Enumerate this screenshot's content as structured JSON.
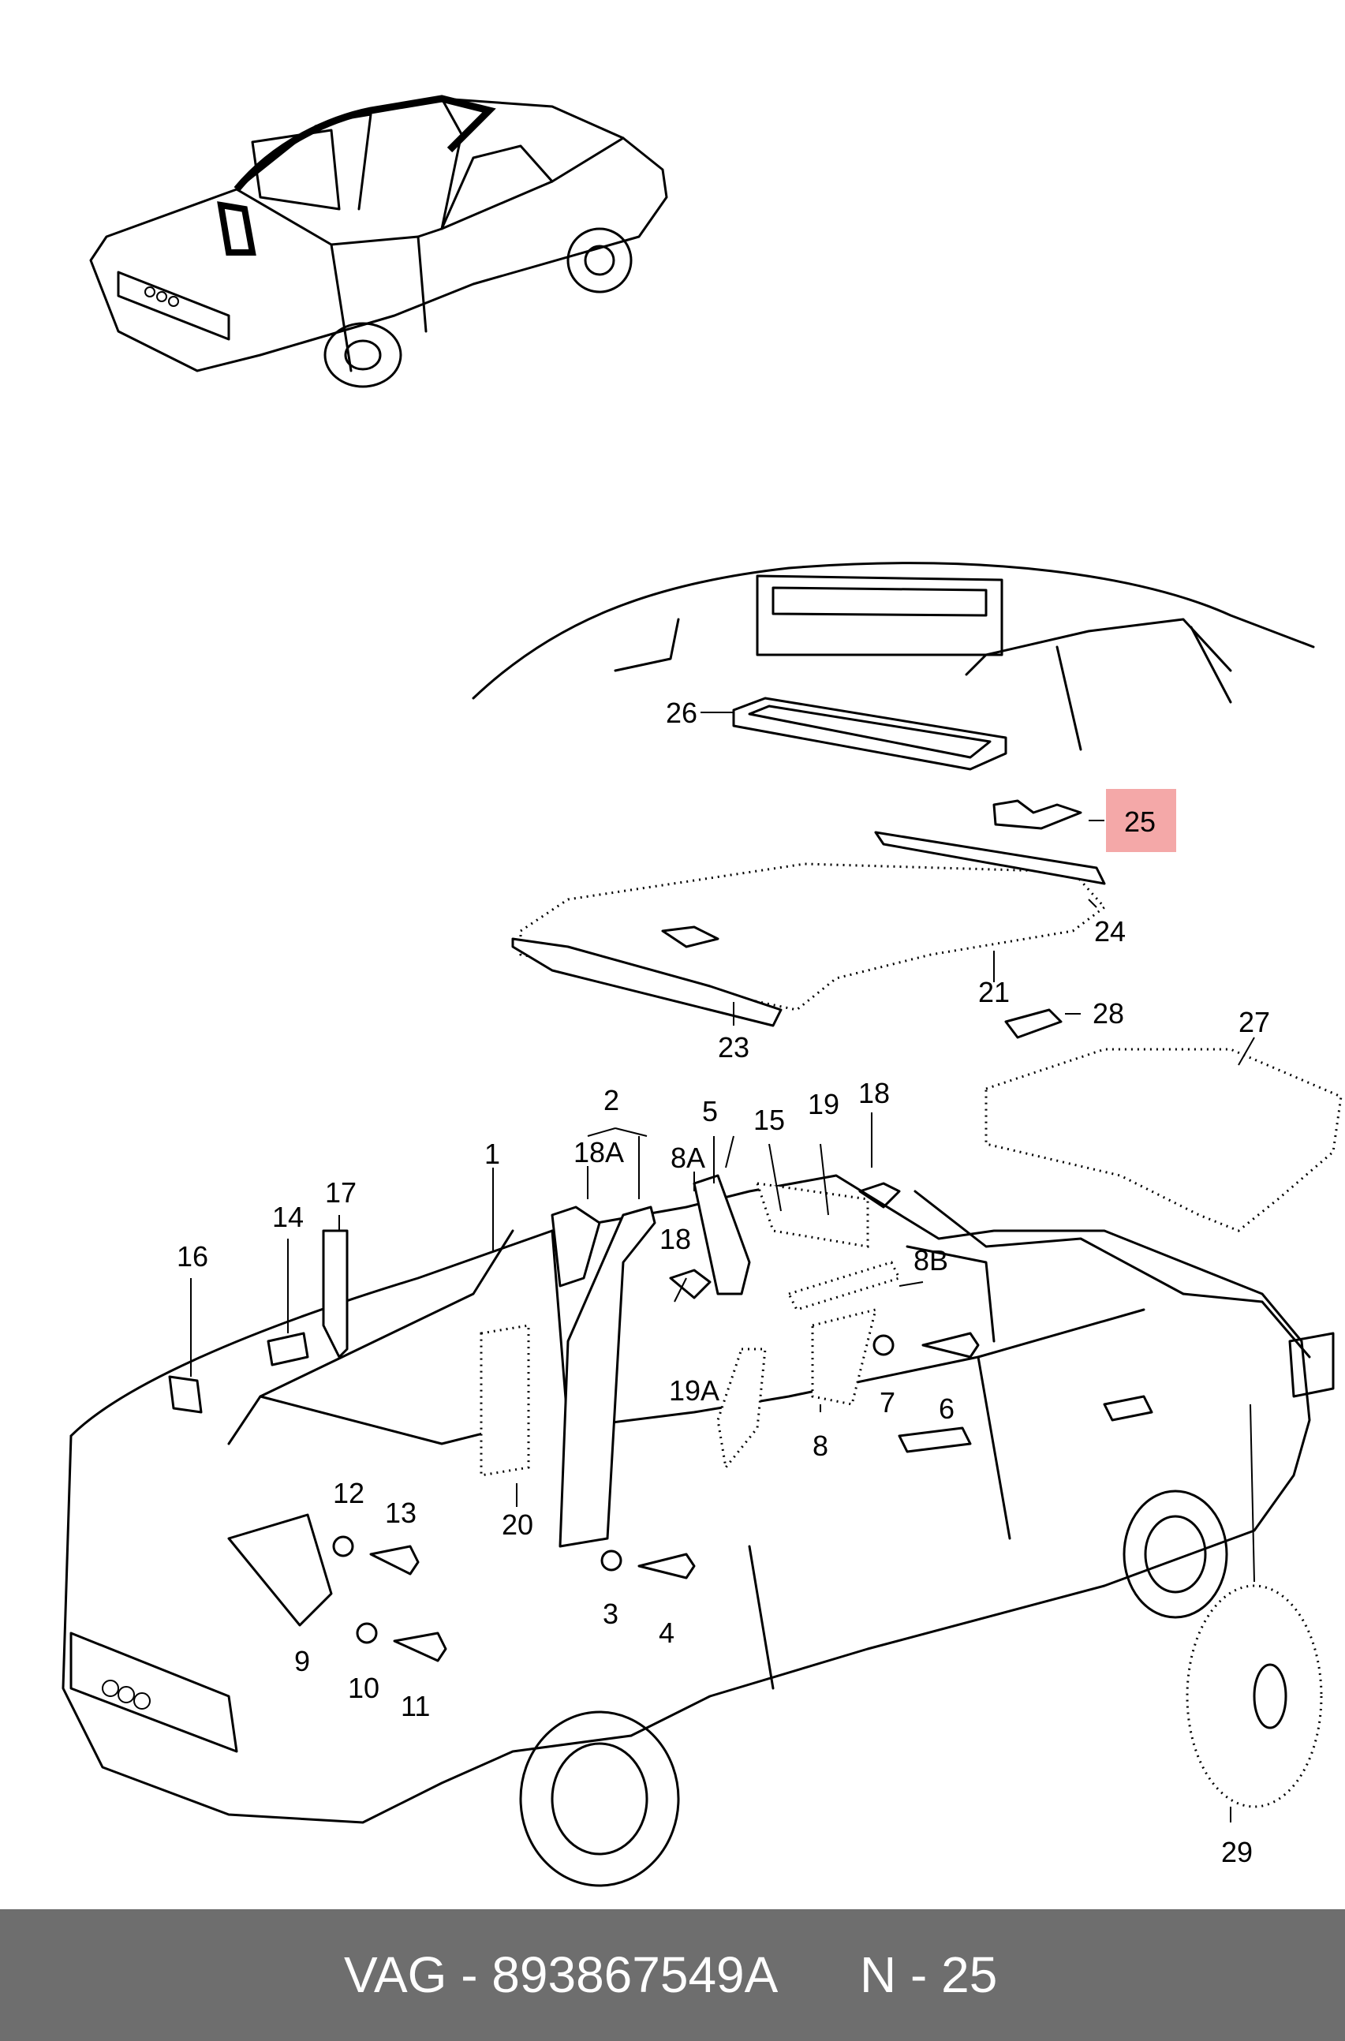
{
  "footer": {
    "part_ref": "VAG - 893867549A",
    "position_ref": "N - 25"
  },
  "callouts": [
    {
      "key": "p26",
      "label": "26"
    },
    {
      "key": "p25",
      "label": "25",
      "highlighted": true
    },
    {
      "key": "p24",
      "label": "24"
    },
    {
      "key": "p21",
      "label": "21"
    },
    {
      "key": "p23",
      "label": "23"
    },
    {
      "key": "p28",
      "label": "28"
    },
    {
      "key": "p27",
      "label": "27"
    },
    {
      "key": "p2",
      "label": "2"
    },
    {
      "key": "p5",
      "label": "5"
    },
    {
      "key": "p1",
      "label": "1"
    },
    {
      "key": "p18A",
      "label": "18A"
    },
    {
      "key": "p8A",
      "label": "8A"
    },
    {
      "key": "p15",
      "label": "15"
    },
    {
      "key": "p19",
      "label": "19"
    },
    {
      "key": "p18a",
      "label": "18"
    },
    {
      "key": "p17",
      "label": "17"
    },
    {
      "key": "p14",
      "label": "14"
    },
    {
      "key": "p16",
      "label": "16"
    },
    {
      "key": "p18b",
      "label": "18"
    },
    {
      "key": "p8B",
      "label": "8B"
    },
    {
      "key": "p19A",
      "label": "19A"
    },
    {
      "key": "p7",
      "label": "7"
    },
    {
      "key": "p6",
      "label": "6"
    },
    {
      "key": "p8",
      "label": "8"
    },
    {
      "key": "p20",
      "label": "20"
    },
    {
      "key": "p12",
      "label": "12"
    },
    {
      "key": "p13",
      "label": "13"
    },
    {
      "key": "p3",
      "label": "3"
    },
    {
      "key": "p4",
      "label": "4"
    },
    {
      "key": "p9",
      "label": "9"
    },
    {
      "key": "p10",
      "label": "10"
    },
    {
      "key": "p11",
      "label": "11"
    },
    {
      "key": "p29",
      "label": "29"
    }
  ],
  "colors": {
    "highlight": "#f4a8a8",
    "footer_bg": "#6e6e6e",
    "footer_text": "#ffffff"
  }
}
